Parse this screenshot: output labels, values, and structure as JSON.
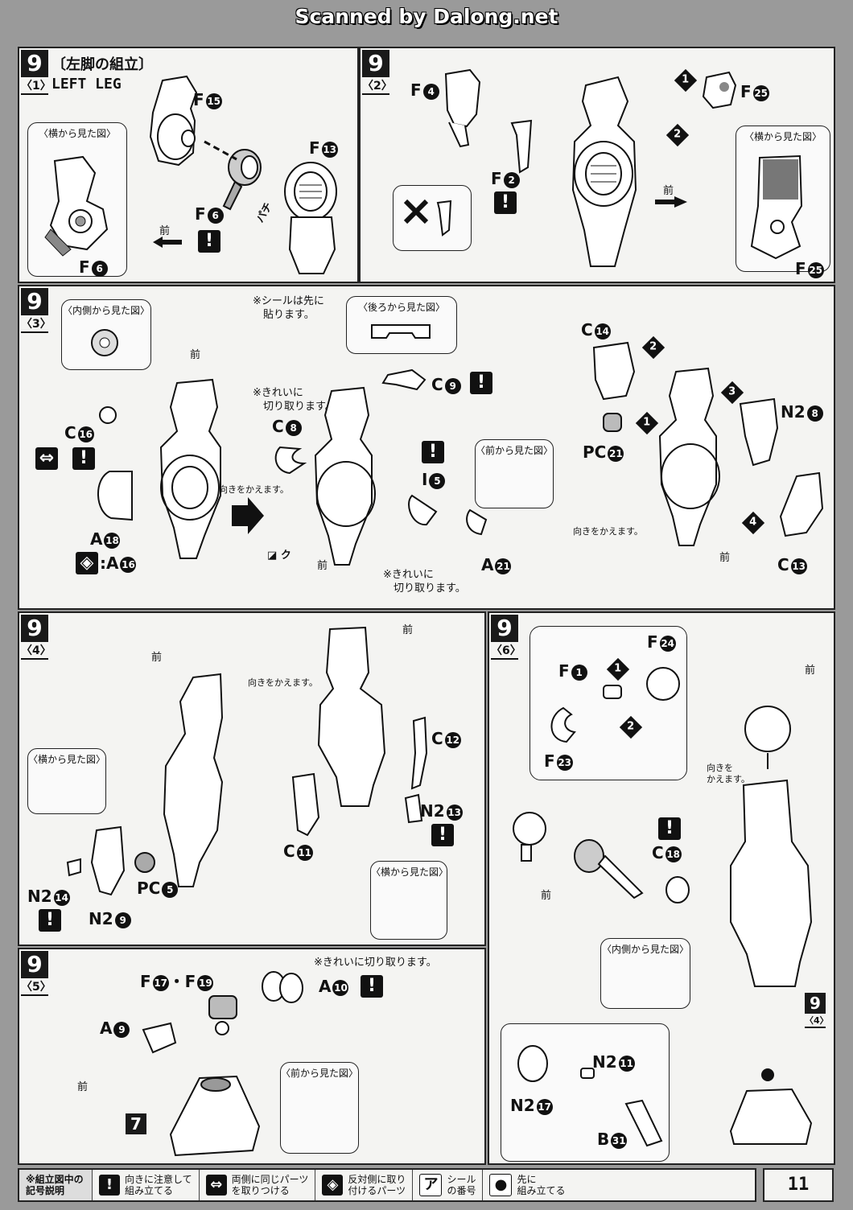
{
  "watermark": "Scanned by Dalong.net",
  "page_number": "11",
  "step1": {
    "step": "9",
    "sub": "〈1〉",
    "title": "〔左脚の組立〕",
    "subtitle": "LEFT LEG",
    "side_view": "〈横から見た図〉",
    "front": "前",
    "labels": {
      "f15": "F",
      "f15n": "15",
      "f13": "F",
      "f13n": "13",
      "f6": "F",
      "f6n": "6",
      "f6b": "F",
      "f6bn": "6",
      "pachi": "パチ"
    }
  },
  "step2": {
    "step": "9",
    "sub": "〈2〉",
    "side_view": "〈横から見た図〉",
    "front": "前",
    "labels": {
      "f4": "F",
      "f4n": "4",
      "f2": "F",
      "f2n": "2",
      "f25": "F",
      "f25n": "25",
      "f25b": "F",
      "f25bn": "25"
    }
  },
  "step3": {
    "step": "9",
    "sub": "〈3〉",
    "inner_view": "〈内側から見た図〉",
    "back_view": "〈後ろから見た図〉",
    "front_view": "〈前から見た図〉",
    "front": "前",
    "seal_note": "※シールは先に\n　貼ります。",
    "clean_cut1": "※きれいに\n　切り取ります。",
    "clean_cut2": "※きれいに\n　切り取ります。",
    "turn": "向きをかえます。",
    "turn2": "向きをかえます。",
    "seal_label": "ク",
    "labels": {
      "c16": "C",
      "c16n": "16",
      "a18": "A",
      "a18n": "18",
      "a16": ":A",
      "a16n": "16",
      "c8": "C",
      "c8n": "8",
      "c9": "C",
      "c9n": "9",
      "i5": "I",
      "i5n": "5",
      "a21": "A",
      "a21n": "21",
      "c14": "C",
      "c14n": "14",
      "n28": "N2",
      "n28n": "8",
      "pc21": "PC",
      "pc21n": "21",
      "c13": "C",
      "c13n": "13"
    }
  },
  "step4": {
    "step": "9",
    "sub": "〈4〉",
    "side_view": "〈横から見た図〉",
    "side_view2": "〈横から見た図〉",
    "front": "前",
    "front2": "前",
    "turn": "向きをかえます。",
    "labels": {
      "n214": "N2",
      "n214n": "14",
      "n29": "N2",
      "n29n": "9",
      "pc5": "PC",
      "pc5n": "5",
      "c12": "C",
      "c12n": "12",
      "c11": "C",
      "c11n": "11",
      "n213": "N2",
      "n213n": "13"
    }
  },
  "step5": {
    "step": "9",
    "sub": "〈5〉",
    "front": "前",
    "front_view": "〈前から見た図〉",
    "clean_cut": "※きれいに切り取ります。",
    "labels": {
      "f17": "F",
      "f17n": "17",
      "dot": "・F",
      "f19n": "19",
      "a10": "A",
      "a10n": "10",
      "a9": "A",
      "a9n": "9",
      "seven": "7"
    }
  },
  "step6": {
    "step": "9",
    "sub": "〈6〉",
    "front": "前",
    "front2": "前",
    "inner_view": "〈内側から見た図〉",
    "turn": "向きを\nかえます。",
    "ref_step": "9",
    "ref_sub": "〈4〉",
    "labels": {
      "f24": "F",
      "f24n": "24",
      "f1": "F",
      "f1n": "1",
      "f23": "F",
      "f23n": "23",
      "c18": "C",
      "c18n": "18",
      "n211": "N2",
      "n211n": "11",
      "n217": "N2",
      "n217n": "17",
      "b31": "B",
      "b31n": "31"
    }
  },
  "legend": {
    "heading": "※組立図中の\n記号説明",
    "items": [
      {
        "icon": "!",
        "text": "向きに注意して\n組み立てる"
      },
      {
        "icon": "⇔",
        "text": "両側に同じパーツ\nを取りつける"
      },
      {
        "icon": "◈",
        "text": "反対側に取り\n付けるパーツ"
      },
      {
        "icon": "ア",
        "text": "シール\nの番号"
      },
      {
        "icon": "●",
        "text": "先に\n組み立てる"
      }
    ]
  }
}
